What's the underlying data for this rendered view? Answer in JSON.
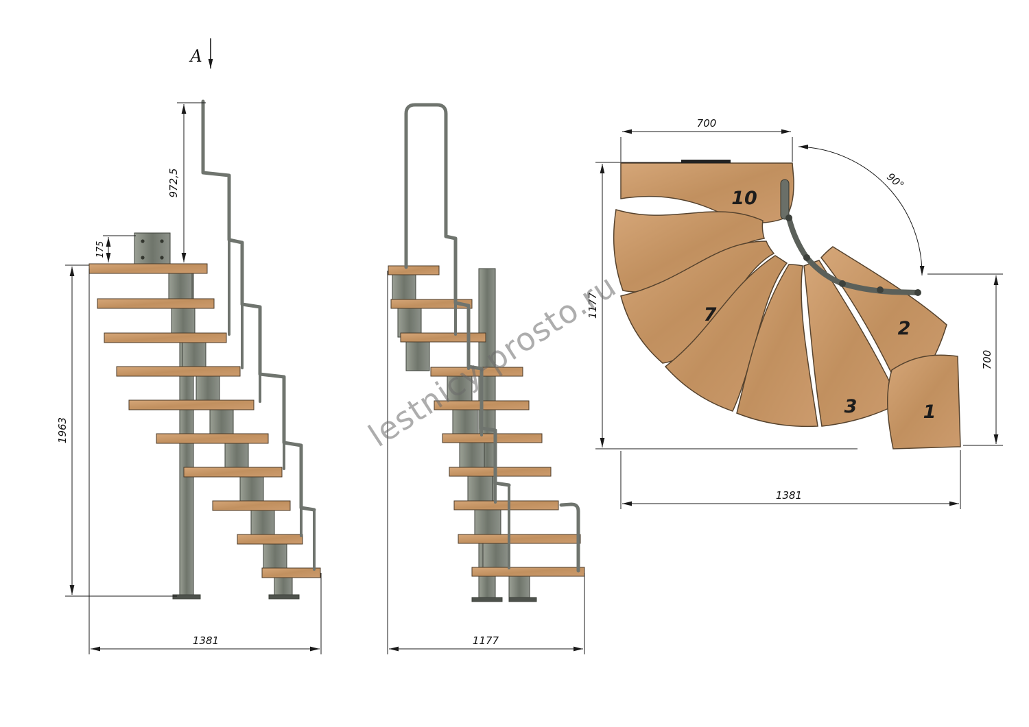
{
  "watermark": "lestnicy-prosto.ru",
  "section_marker": {
    "label": "A"
  },
  "side_view": {
    "dim_handrail": "972,5",
    "dim_plate": "175",
    "dim_height": "1963",
    "dim_run": "1381"
  },
  "front_view": {
    "dim_run": "1177"
  },
  "plan_view": {
    "dim_top": "700",
    "dim_angle": "90°",
    "dim_left": "1177",
    "dim_right": "700",
    "dim_bottom": "1381",
    "steps": [
      "10",
      "7",
      "2",
      "3",
      "1"
    ]
  },
  "colors": {
    "wood": "#c9996a",
    "wood_dark": "#b07f4f",
    "metal": "#818680",
    "metal_dark": "#4e524c",
    "line": "#1a1a1a",
    "watermark": "#696969"
  }
}
